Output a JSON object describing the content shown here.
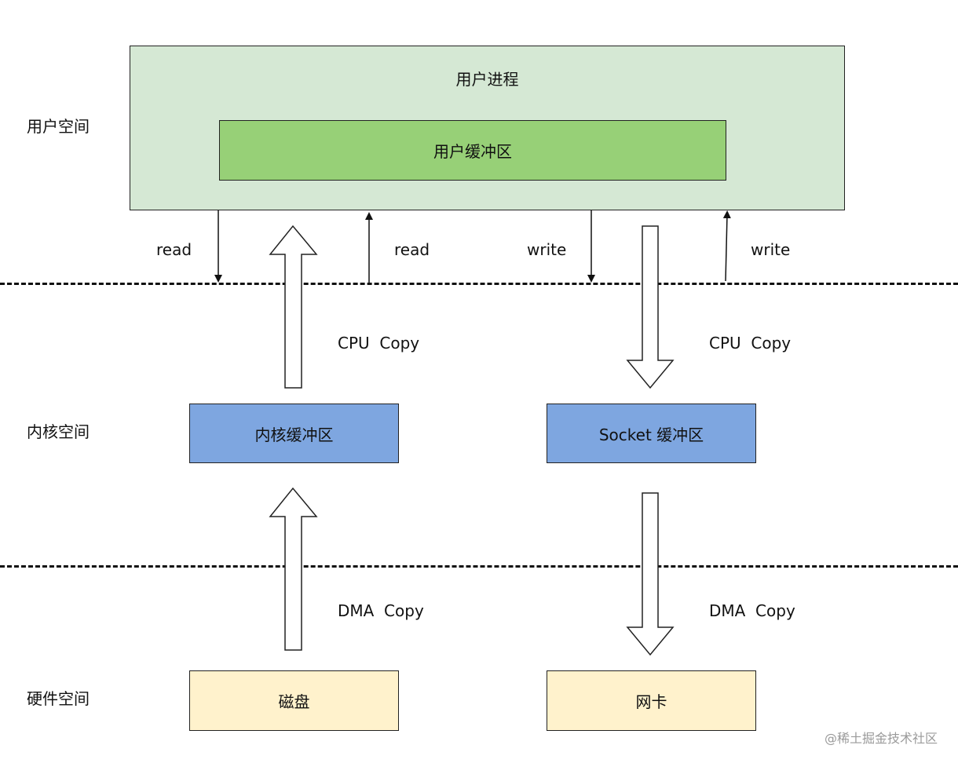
{
  "layers": {
    "user": "用户空间",
    "kernel": "内核空间",
    "hardware": "硬件空间"
  },
  "boxes": {
    "user_process": "用户进程",
    "user_buffer": "用户缓冲区",
    "kernel_buffer": "内核缓冲区",
    "socket_buffer": "Socket 缓冲区",
    "disk": "磁盘",
    "nic": "网卡"
  },
  "ops": {
    "read_call": "read",
    "read_return": "read",
    "write_call": "write",
    "write_return": "write"
  },
  "copies": {
    "cpu_copy_read": "CPU  Copy",
    "cpu_copy_write": "CPU  Copy",
    "dma_copy_read": "DMA  Copy",
    "dma_copy_write": "DMA  Copy"
  },
  "watermark": "@稀土掘金技术社区",
  "colors": {
    "user_process_fill": "#d5e8d4",
    "user_buffer_fill": "#97d077",
    "kernel_fill": "#7ea6e0",
    "hardware_fill": "#fff2cc"
  }
}
